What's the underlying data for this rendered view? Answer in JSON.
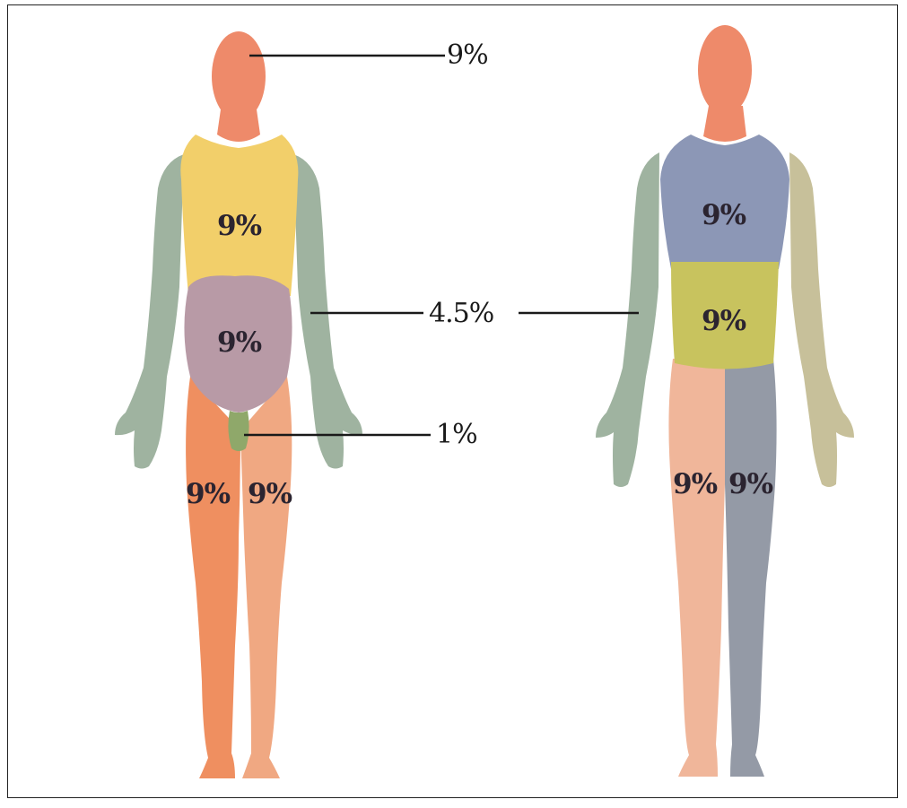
{
  "figure": {
    "labels": {
      "head": "9%",
      "arm": "4.5%",
      "genital": "1%",
      "front_chest": "9%",
      "front_abdomen": "9%",
      "front_right_leg": "9%",
      "front_left_leg": "9%",
      "upper_back": "9%",
      "lower_back": "9%",
      "back_left_leg": "9%",
      "back_right_leg": "9%"
    },
    "colors": {
      "head": "#ee8a6a",
      "chest": "#f2cf6a",
      "abdomen": "#b89aa6",
      "arm": "#9fb3a0",
      "leg_front_left": "#ef8f60",
      "leg_front_right": "#f0a882",
      "genital": "#8fa86a",
      "upper_back": "#8c97b6",
      "lower_back": "#c8c35e",
      "leg_back_left": "#f0b69a",
      "leg_back_right": "#949aa6"
    }
  }
}
